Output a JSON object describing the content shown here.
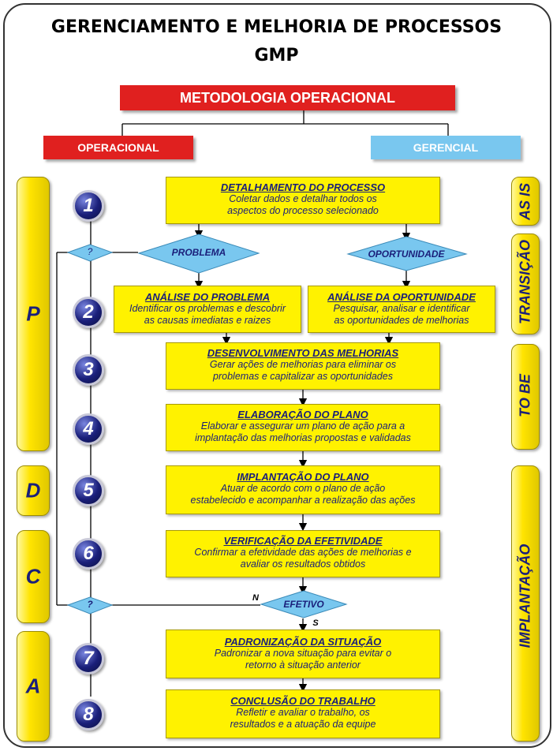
{
  "title": {
    "line1": "GERENCIAMENTO  E MELHORIA DE PROCESSOS",
    "line2": "GMP"
  },
  "top_bar": {
    "label": "METODOLOGIA OPERACIONAL"
  },
  "branches": {
    "left": "OPERACIONAL",
    "right": "GERENCIAL"
  },
  "phases": {
    "p": "P",
    "d": "D",
    "c": "C",
    "a": "A"
  },
  "side_labels": {
    "as_is": "AS IS",
    "transicao": "TRANSIÇÃO",
    "to_be": "TO BE",
    "implantacao": "IMPLANTAÇÃO"
  },
  "steps": [
    {
      "num": "1",
      "title": "DETALHAMENTO DO PROCESSO",
      "line1": "Coletar dados e detalhar todos os",
      "line2": "aspectos do processo selecionado"
    },
    {
      "num": "2",
      "title": "",
      "line1": "",
      "line2": ""
    },
    {
      "num": "3",
      "title": "DESENVOLVIMENTO DAS MELHORIAS",
      "line1": "Gerar ações de melhorias para eliminar os",
      "line2": "problemas e capitalizar as oportunidades"
    },
    {
      "num": "4",
      "title": "ELABORAÇÃO DO PLANO",
      "line1": "Elaborar e assegurar um plano de ação para a",
      "line2": "implantação das melhorias propostas e validadas"
    },
    {
      "num": "5",
      "title": "IMPLANTAÇÃO DO PLANO",
      "line1": "Atuar de acordo com o plano de ação",
      "line2": "estabelecido e acompanhar a realização das ações"
    },
    {
      "num": "6",
      "title": "VERIFICAÇÃO DA EFETIVIDADE",
      "line1": "Confirmar a efetividade das ações de melhorias e",
      "line2": "avaliar os resultados obtidos"
    },
    {
      "num": "7",
      "title": "PADRONIZAÇÃO DA SITUAÇÃO",
      "line1": "Padronizar a nova situação para evitar o",
      "line2": "retorno à situação anterior"
    },
    {
      "num": "8",
      "title": "CONCLUSÃO DO TRABALHO",
      "line1": "Refletir e avaliar o trabalho, os",
      "line2": "resultados e a atuação da equipe"
    }
  ],
  "analysis": {
    "problema": {
      "title": "ANÁLISE DO PROBLEMA",
      "line1": "Identificar os problemas e descobrir",
      "line2": "as causas imediatas e raizes"
    },
    "oportunidade": {
      "title": "ANÁLISE DA OPORTUNIDADE",
      "line1": "Pesquisar, analisar e identificar",
      "line2": "as oportunidades de melhorias"
    }
  },
  "decisions": {
    "problema": "PROBLEMA",
    "oportunidade": "OPORTUNIDADE",
    "efetivo": "EFETIVO",
    "q1": "?",
    "q2": "?",
    "n": "N",
    "s": "S"
  },
  "colors": {
    "red": "#e0201f",
    "blue": "#79c7ef",
    "yellow": "#fff200",
    "navy": "#1a1f7a"
  }
}
